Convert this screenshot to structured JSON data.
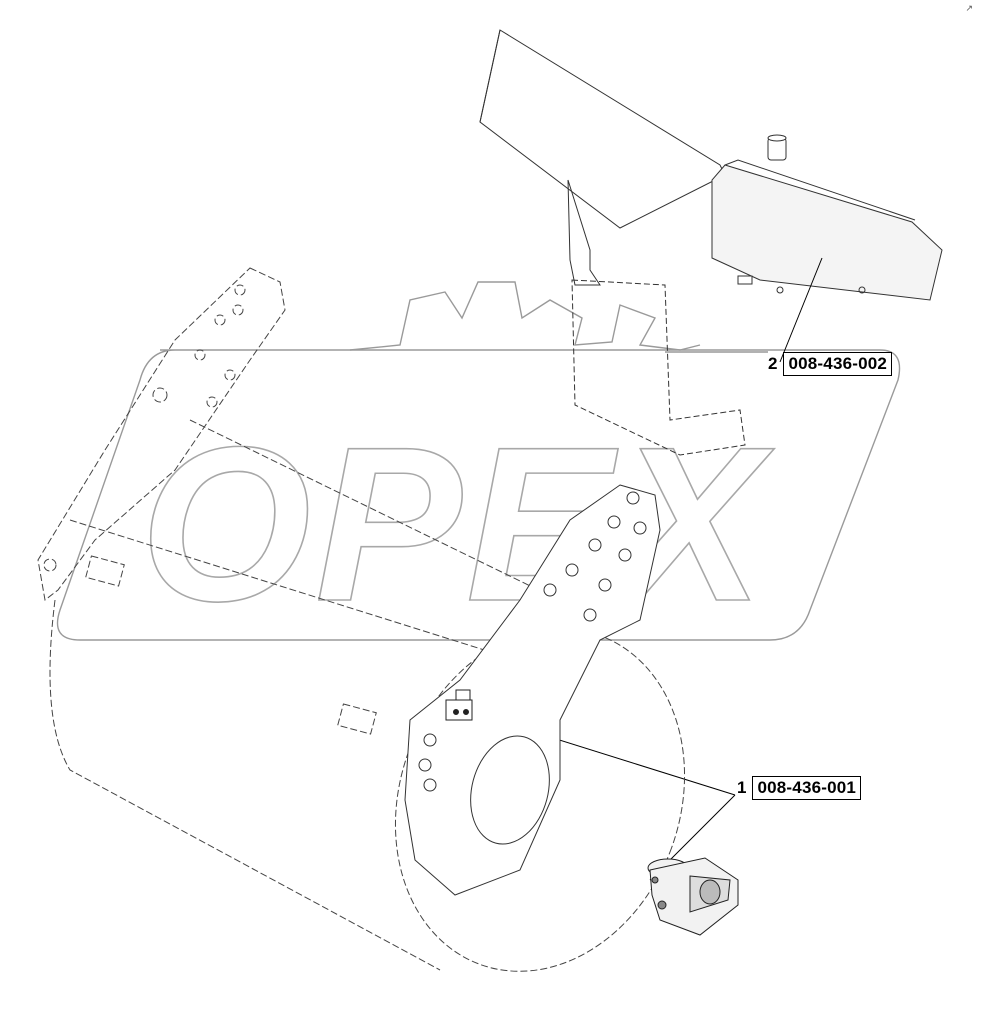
{
  "watermark": {
    "text": "OPEX"
  },
  "callouts": [
    {
      "number": "2",
      "code": "008-436-002"
    },
    {
      "number": "1",
      "code": "008-436-001"
    }
  ],
  "corner_mark": "↗"
}
